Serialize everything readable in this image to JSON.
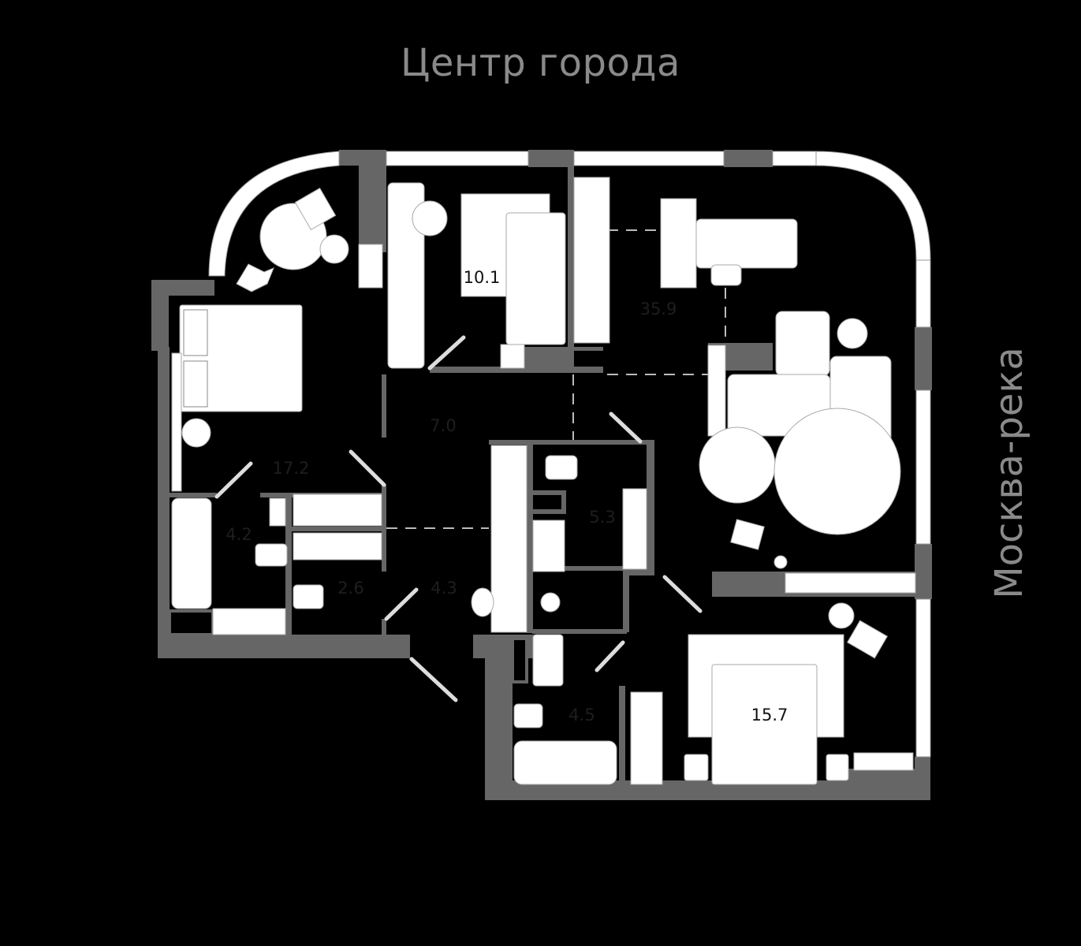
{
  "orientation": {
    "top_label": "Центр города",
    "right_label": "Москва-река"
  },
  "colors": {
    "background": "#000000",
    "wall": "#666666",
    "furniture": "#ffffff",
    "label_text": "#8a8a8a",
    "area_text": "#1e1e1e"
  },
  "rooms": [
    {
      "id": "bedroom-1",
      "area": "17.2"
    },
    {
      "id": "child-room",
      "area": "10.1"
    },
    {
      "id": "kitchen-living",
      "area": "35.9"
    },
    {
      "id": "hallway",
      "area": "7.0"
    },
    {
      "id": "bathroom-1",
      "area": "4.2"
    },
    {
      "id": "wc-1",
      "area": "2.6"
    },
    {
      "id": "corridor",
      "area": "4.3"
    },
    {
      "id": "laundry",
      "area": "5.3"
    },
    {
      "id": "bathroom-2",
      "area": "4.5"
    },
    {
      "id": "bedroom-2",
      "area": "15.7"
    }
  ]
}
